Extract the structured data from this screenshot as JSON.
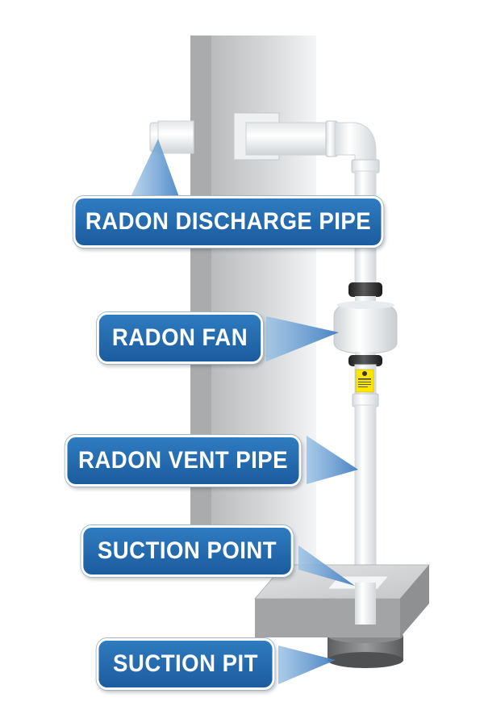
{
  "labels": {
    "discharge_pipe": "RADON DISCHARGE PIPE",
    "fan": "RADON FAN",
    "vent_pipe": "RADON VENT PIPE",
    "suction_point": "SUCTION POINT",
    "suction_pit": "SUCTION PIT"
  },
  "colors": {
    "label_fill": "#2569ae",
    "pointer": "#7fb2dc",
    "pipe": "#f1f3f4",
    "wall": "#c7c9cb",
    "slab": "#b7b9bb",
    "warning_label": "#ffe600"
  }
}
